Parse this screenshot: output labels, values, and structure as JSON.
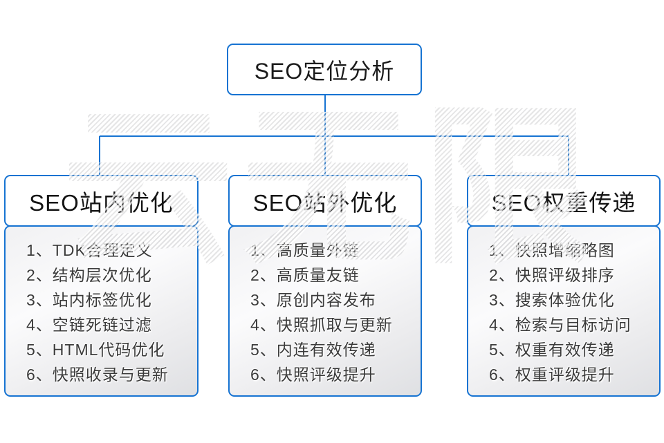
{
  "watermark": {
    "text": "云无限"
  },
  "colors": {
    "accent": "#1673d2",
    "list_text": "#3a3a3a"
  },
  "root": {
    "label": "SEO定位分析"
  },
  "columns": [
    {
      "title": "SEO站内优化",
      "items": [
        "1、TDK合理定义",
        "2、结构层次优化",
        "3、站内标签优化",
        "4、空链死链过滤",
        "5、HTML代码优化",
        "6、快照收录与更新"
      ]
    },
    {
      "title": "SEO站外优化",
      "items": [
        "1、高质量外链",
        "2、高质量友链",
        "3、原创内容发布",
        "4、快照抓取与更新",
        "5、内连有效传递",
        "6、快照评级提升"
      ]
    },
    {
      "title": "SEO权重传递",
      "items": [
        "1、快照增缩略图",
        "2、快照评级排序",
        "3、搜索体验优化",
        "4、检索与目标访问",
        "5、权重有效传递",
        "6、权重评级提升"
      ]
    }
  ]
}
